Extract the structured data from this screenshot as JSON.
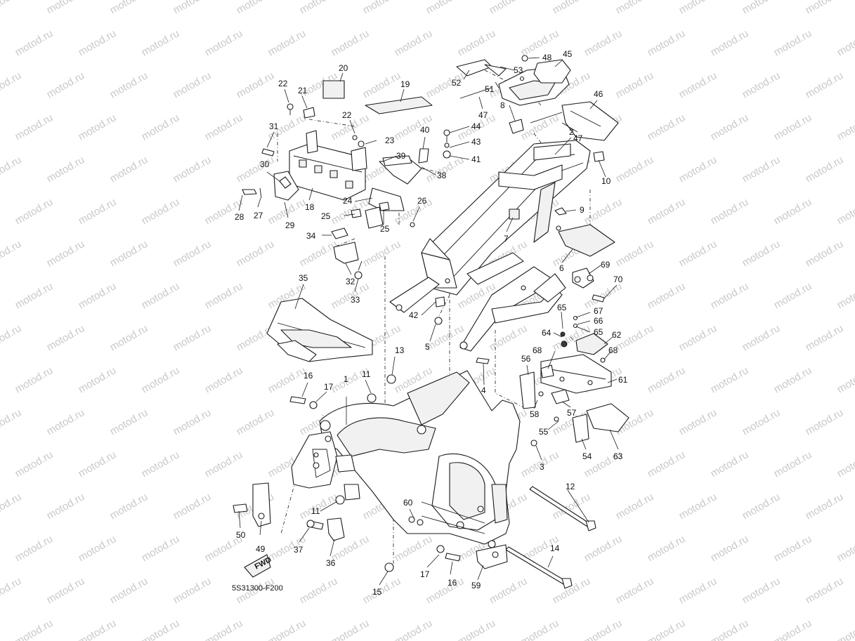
{
  "watermark": {
    "text": "motod.ru",
    "color": "#c9c9c9"
  },
  "diagram_code": "5S31300-F200",
  "fwd_badge": "FWD",
  "callouts": [
    {
      "id": "c1",
      "label": "1"
    },
    {
      "id": "c2",
      "label": "2"
    },
    {
      "id": "c3",
      "label": "3"
    },
    {
      "id": "c4",
      "label": "4"
    },
    {
      "id": "c5",
      "label": "5"
    },
    {
      "id": "c6",
      "label": "6"
    },
    {
      "id": "c7",
      "label": "7"
    },
    {
      "id": "c8",
      "label": "8"
    },
    {
      "id": "c9",
      "label": "9"
    },
    {
      "id": "c10",
      "label": "10"
    },
    {
      "id": "c11a",
      "label": "11"
    },
    {
      "id": "c11b",
      "label": "11"
    },
    {
      "id": "c12",
      "label": "12"
    },
    {
      "id": "c13",
      "label": "13"
    },
    {
      "id": "c14",
      "label": "14"
    },
    {
      "id": "c15",
      "label": "15"
    },
    {
      "id": "c16a",
      "label": "16"
    },
    {
      "id": "c16b",
      "label": "16"
    },
    {
      "id": "c17a",
      "label": "17"
    },
    {
      "id": "c17b",
      "label": "17"
    },
    {
      "id": "c18",
      "label": "18"
    },
    {
      "id": "c19",
      "label": "19"
    },
    {
      "id": "c20",
      "label": "20"
    },
    {
      "id": "c21",
      "label": "21"
    },
    {
      "id": "c22a",
      "label": "22"
    },
    {
      "id": "c22b",
      "label": "22"
    },
    {
      "id": "c23",
      "label": "23"
    },
    {
      "id": "c24",
      "label": "24"
    },
    {
      "id": "c25a",
      "label": "25"
    },
    {
      "id": "c25b",
      "label": "25"
    },
    {
      "id": "c26",
      "label": "26"
    },
    {
      "id": "c27",
      "label": "27"
    },
    {
      "id": "c28",
      "label": "28"
    },
    {
      "id": "c29",
      "label": "29"
    },
    {
      "id": "c30",
      "label": "30"
    },
    {
      "id": "c31",
      "label": "31"
    },
    {
      "id": "c32",
      "label": "32"
    },
    {
      "id": "c33",
      "label": "33"
    },
    {
      "id": "c34",
      "label": "34"
    },
    {
      "id": "c35",
      "label": "35"
    },
    {
      "id": "c36",
      "label": "36"
    },
    {
      "id": "c37",
      "label": "37"
    },
    {
      "id": "c38",
      "label": "38"
    },
    {
      "id": "c39",
      "label": "39"
    },
    {
      "id": "c40",
      "label": "40"
    },
    {
      "id": "c41",
      "label": "41"
    },
    {
      "id": "c42",
      "label": "42"
    },
    {
      "id": "c43",
      "label": "43"
    },
    {
      "id": "c44",
      "label": "44"
    },
    {
      "id": "c45",
      "label": "45"
    },
    {
      "id": "c46",
      "label": "46"
    },
    {
      "id": "c47a",
      "label": "47"
    },
    {
      "id": "c47b",
      "label": "47"
    },
    {
      "id": "c48",
      "label": "48"
    },
    {
      "id": "c49",
      "label": "49"
    },
    {
      "id": "c50",
      "label": "50"
    },
    {
      "id": "c51",
      "label": "51"
    },
    {
      "id": "c52",
      "label": "52"
    },
    {
      "id": "c53",
      "label": "53"
    },
    {
      "id": "c54",
      "label": "54"
    },
    {
      "id": "c55",
      "label": "55"
    },
    {
      "id": "c56",
      "label": "56"
    },
    {
      "id": "c57",
      "label": "57"
    },
    {
      "id": "c58",
      "label": "58"
    },
    {
      "id": "c59",
      "label": "59"
    },
    {
      "id": "c60",
      "label": "60"
    },
    {
      "id": "c61",
      "label": "61"
    },
    {
      "id": "c62",
      "label": "62"
    },
    {
      "id": "c63",
      "label": "63"
    },
    {
      "id": "c64",
      "label": "64"
    },
    {
      "id": "c65a",
      "label": "65"
    },
    {
      "id": "c65b",
      "label": "65"
    },
    {
      "id": "c66",
      "label": "66"
    },
    {
      "id": "c67",
      "label": "67"
    },
    {
      "id": "c68a",
      "label": "68"
    },
    {
      "id": "c68b",
      "label": "68"
    },
    {
      "id": "c69",
      "label": "69"
    },
    {
      "id": "c70",
      "label": "70"
    }
  ]
}
